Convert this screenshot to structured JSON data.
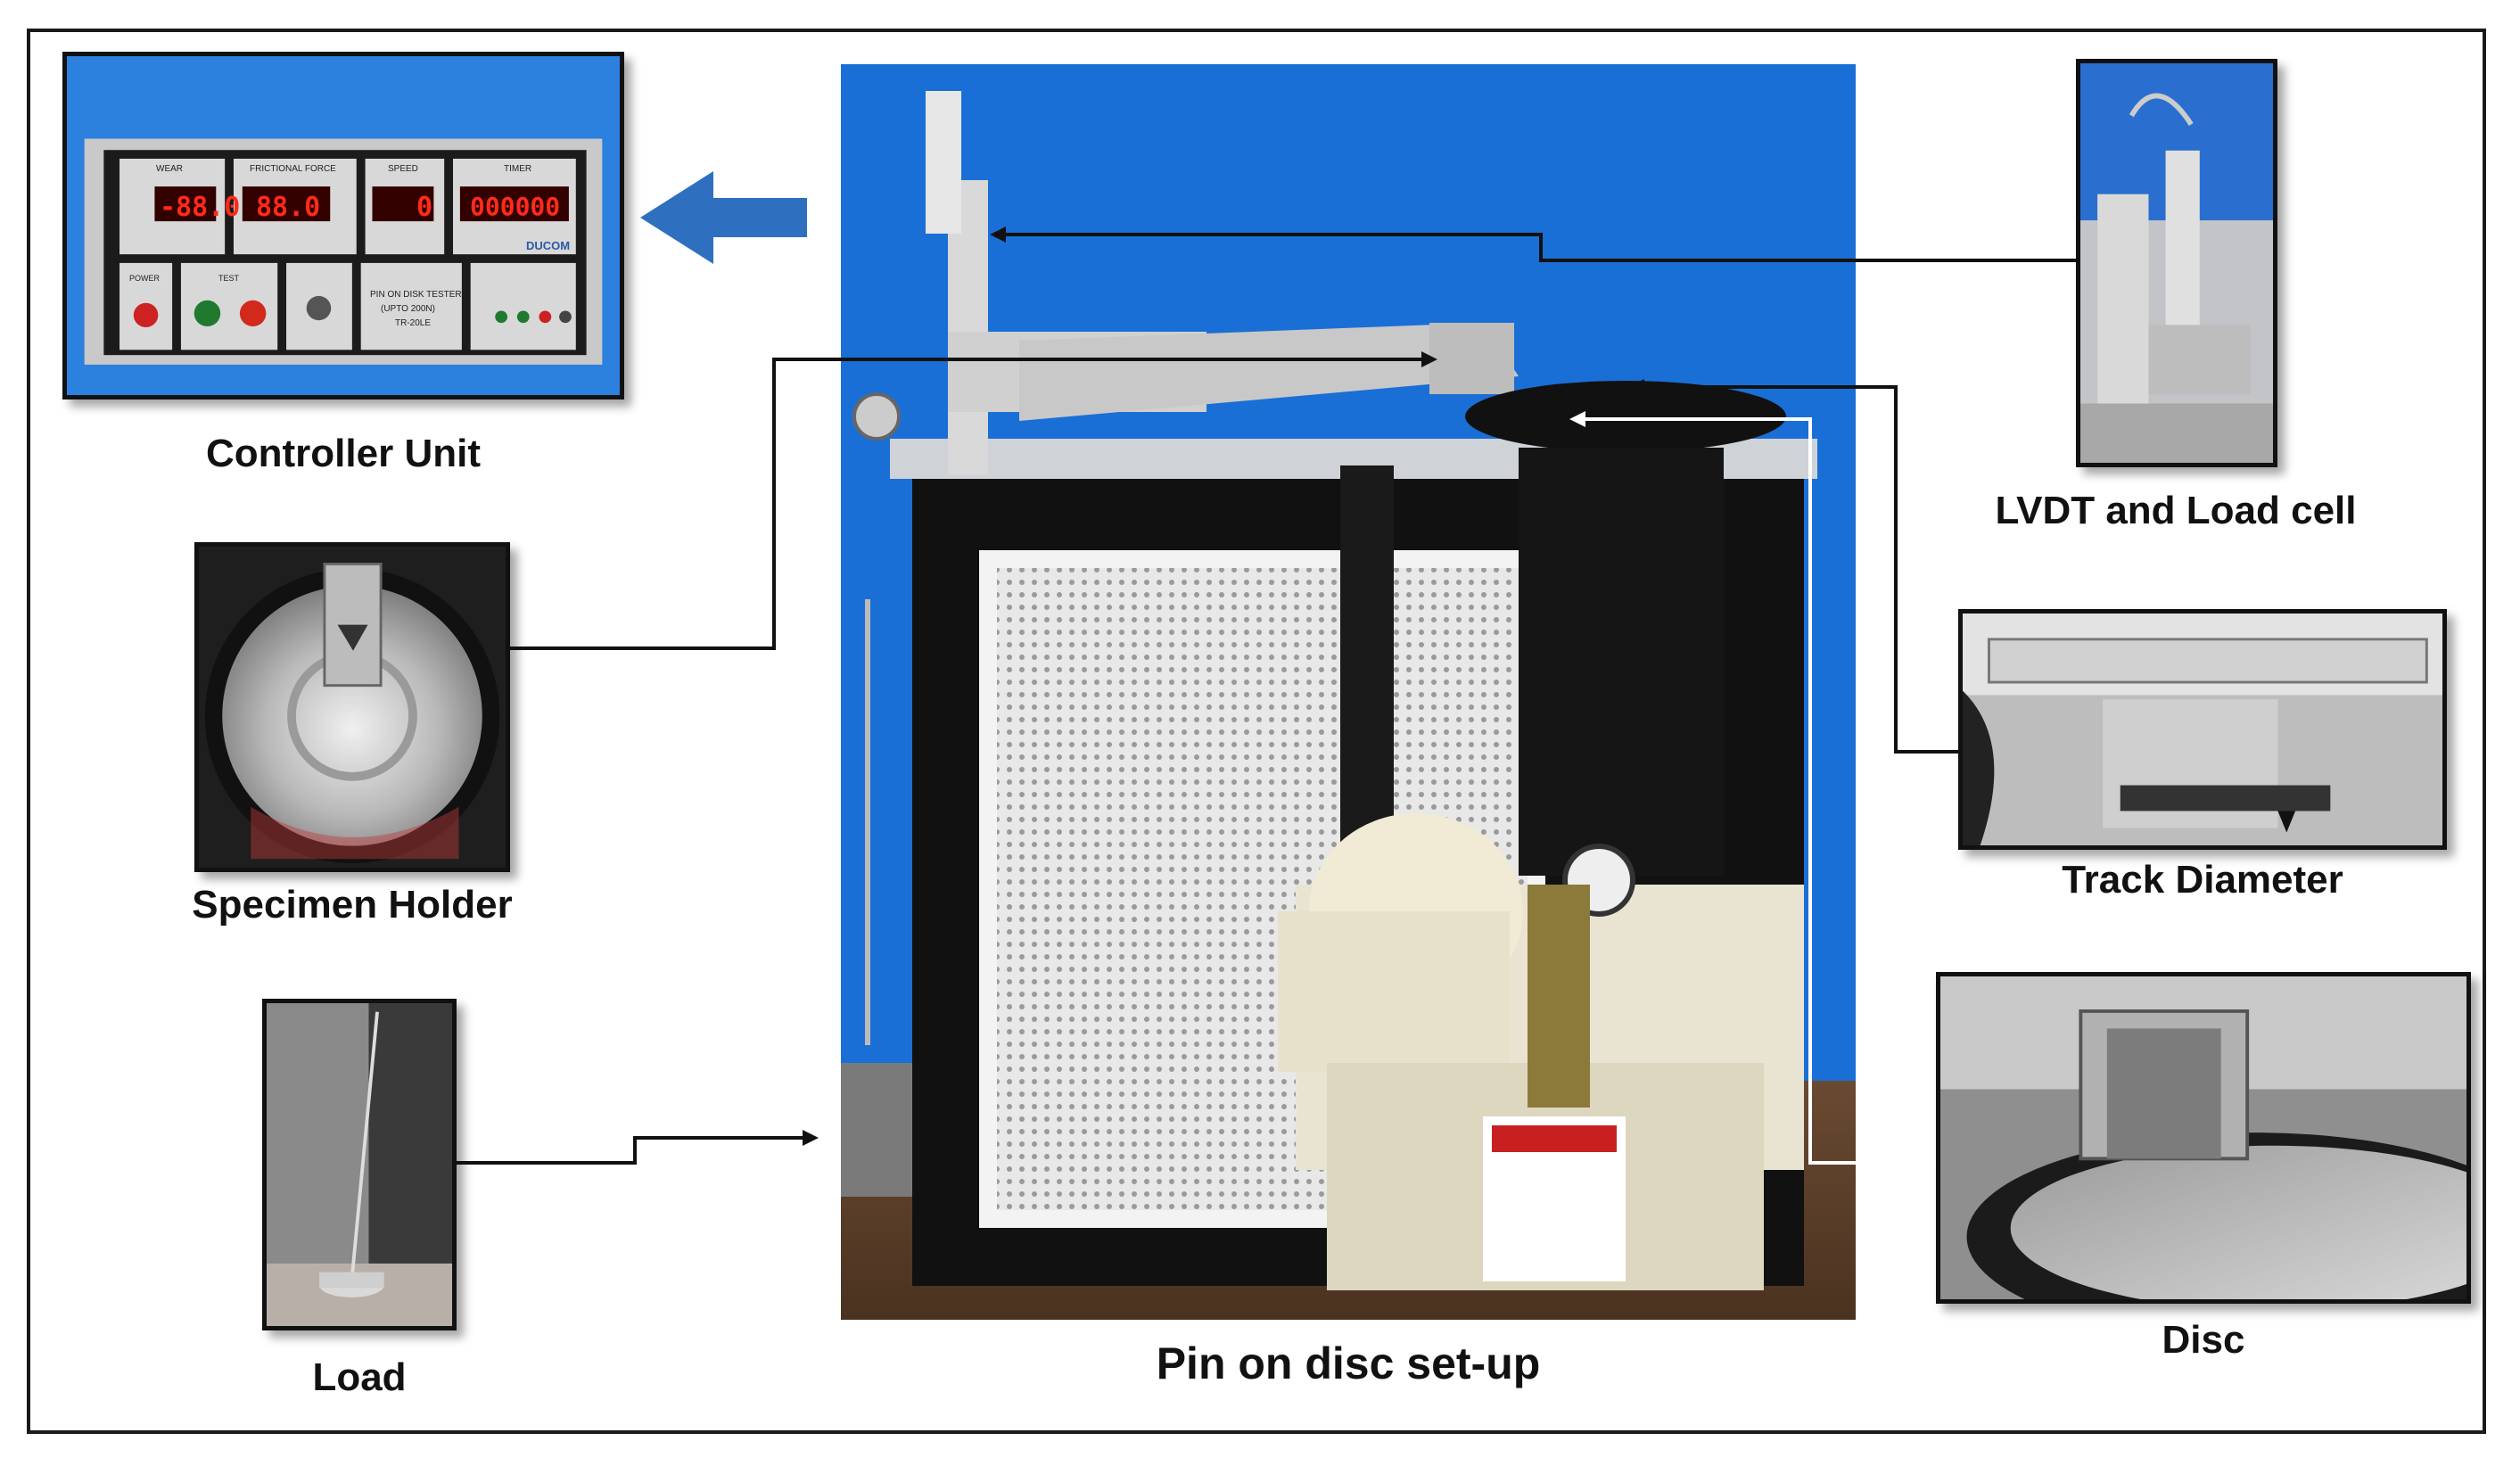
{
  "labels": {
    "controller": "Controller Unit",
    "specimen": "Specimen Holder",
    "load": "Load",
    "main": "Pin on disc set-up",
    "lvdt": "LVDT and Load cell",
    "track": "Track Diameter",
    "disc": "Disc"
  },
  "controller_panel": {
    "wear_label": "WEAR",
    "force_label": "FRICTIONAL FORCE",
    "speed_label": "SPEED",
    "timer_label": "TIMER",
    "wear_value": "-88.0",
    "force_value": "88.0",
    "speed_value": "0",
    "timer_value": "000000",
    "tester_text_1": "PIN ON DISK TESTER",
    "tester_text_2": "(UPTO 200N)",
    "tester_text_3": "TR-20LE",
    "power_label": "POWER",
    "test_label": "TEST",
    "brand": "DUCOM"
  },
  "colors": {
    "backdrop_blue": "#1a6fd6",
    "arrow_blue": "#2f6fbf",
    "led_red": "#ff2a1a",
    "frame": "#1a1a1a"
  }
}
